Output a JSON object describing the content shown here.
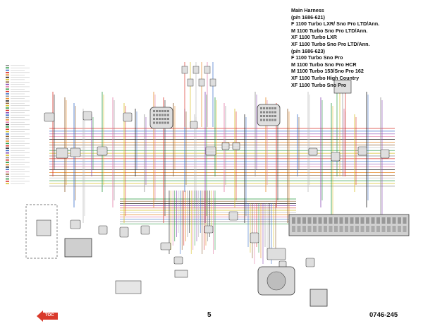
{
  "header": {
    "title": "Main Harness",
    "lines": [
      "(p/n 1686-621)",
      "F 1100 Turbo LXR/ Sno Pro LTD/Ann.",
      "M 1100 Turbo Sno Pro LTD/Ann.",
      "XF 1100 Turbo LXR",
      "XF 1100 Turbo Sno Pro LTD/Ann.",
      "(p/n 1686-623)",
      "F 1100 Turbo Sno Pro",
      "M 1100 Turbo Sno Pro HCR",
      "M 1100 Turbo 153/Sno Pro 162",
      "XF 1100 Turbo High Country",
      "XF 1100 Turbo Sno Pro"
    ]
  },
  "footer": {
    "toc_label": "TOC",
    "page_number": "5",
    "document_number": "0746-245"
  },
  "colors": {
    "red": "#d9342b",
    "black": "#222222",
    "green": "#2e9b45",
    "blue": "#3b6fc9",
    "orange": "#e58a2a",
    "yellow": "#d8c12a",
    "purple": "#8a4bb5",
    "brown": "#8a5a2b",
    "gray": "#8f8f8f",
    "pink": "#e27aa6",
    "white_wire": "#bcbcbc",
    "connector_fill": "#dedede",
    "toc_arrow": "#d93a2b"
  },
  "legend_wire_colors": [
    "gray",
    "green",
    "blue",
    "red",
    "orange",
    "black",
    "yellow",
    "brown",
    "purple",
    "pink",
    "green",
    "red",
    "blue",
    "gray",
    "orange",
    "black",
    "brown",
    "yellow",
    "green",
    "red",
    "purple",
    "blue",
    "gray",
    "orange",
    "pink",
    "black",
    "green",
    "red",
    "yellow",
    "blue",
    "brown",
    "gray",
    "orange",
    "green",
    "red",
    "black",
    "blue",
    "purple",
    "yellow",
    "gray",
    "red",
    "green",
    "orange",
    "black",
    "blue",
    "pink",
    "brown",
    "gray",
    "green",
    "red",
    "yellow"
  ]
}
